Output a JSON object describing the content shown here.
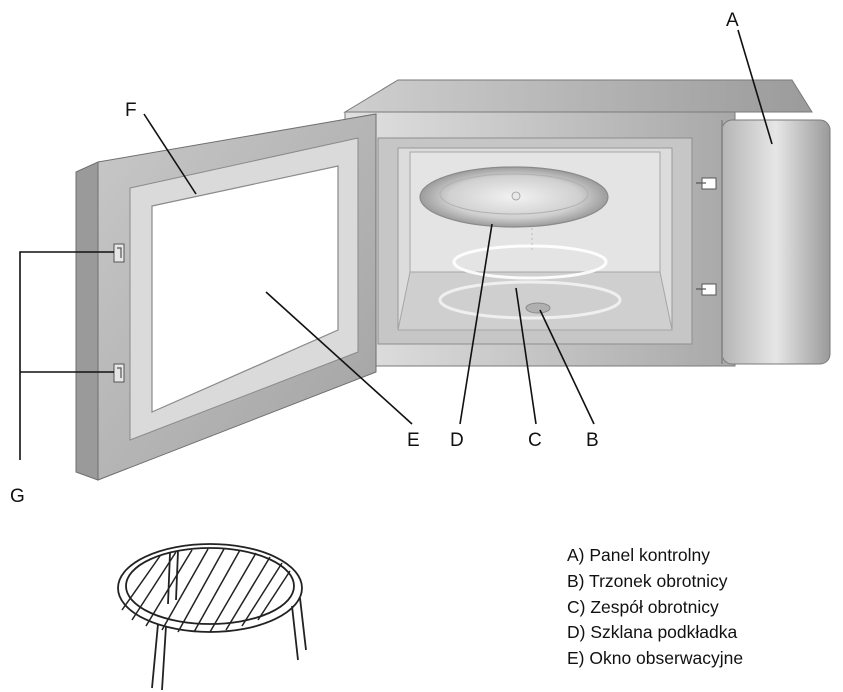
{
  "callouts": {
    "a": "A",
    "b": "B",
    "c": "C",
    "d": "D",
    "e": "E",
    "f": "F",
    "g": "G"
  },
  "legend": [
    "A) Panel kontrolny",
    "B) Trzonek obrotnicy",
    "C) Zespół obrotnicy",
    "D) Szklana podkładka",
    "E) Okno obserwacyjne"
  ],
  "colors": {
    "body": "#c9c9c9",
    "body_dark": "#9e9e9e",
    "door": "#bdbdbd",
    "door_edge": "#8a8a8a",
    "window": "#ffffff",
    "cavity": "#d8d8d8",
    "ink": "#111111"
  }
}
